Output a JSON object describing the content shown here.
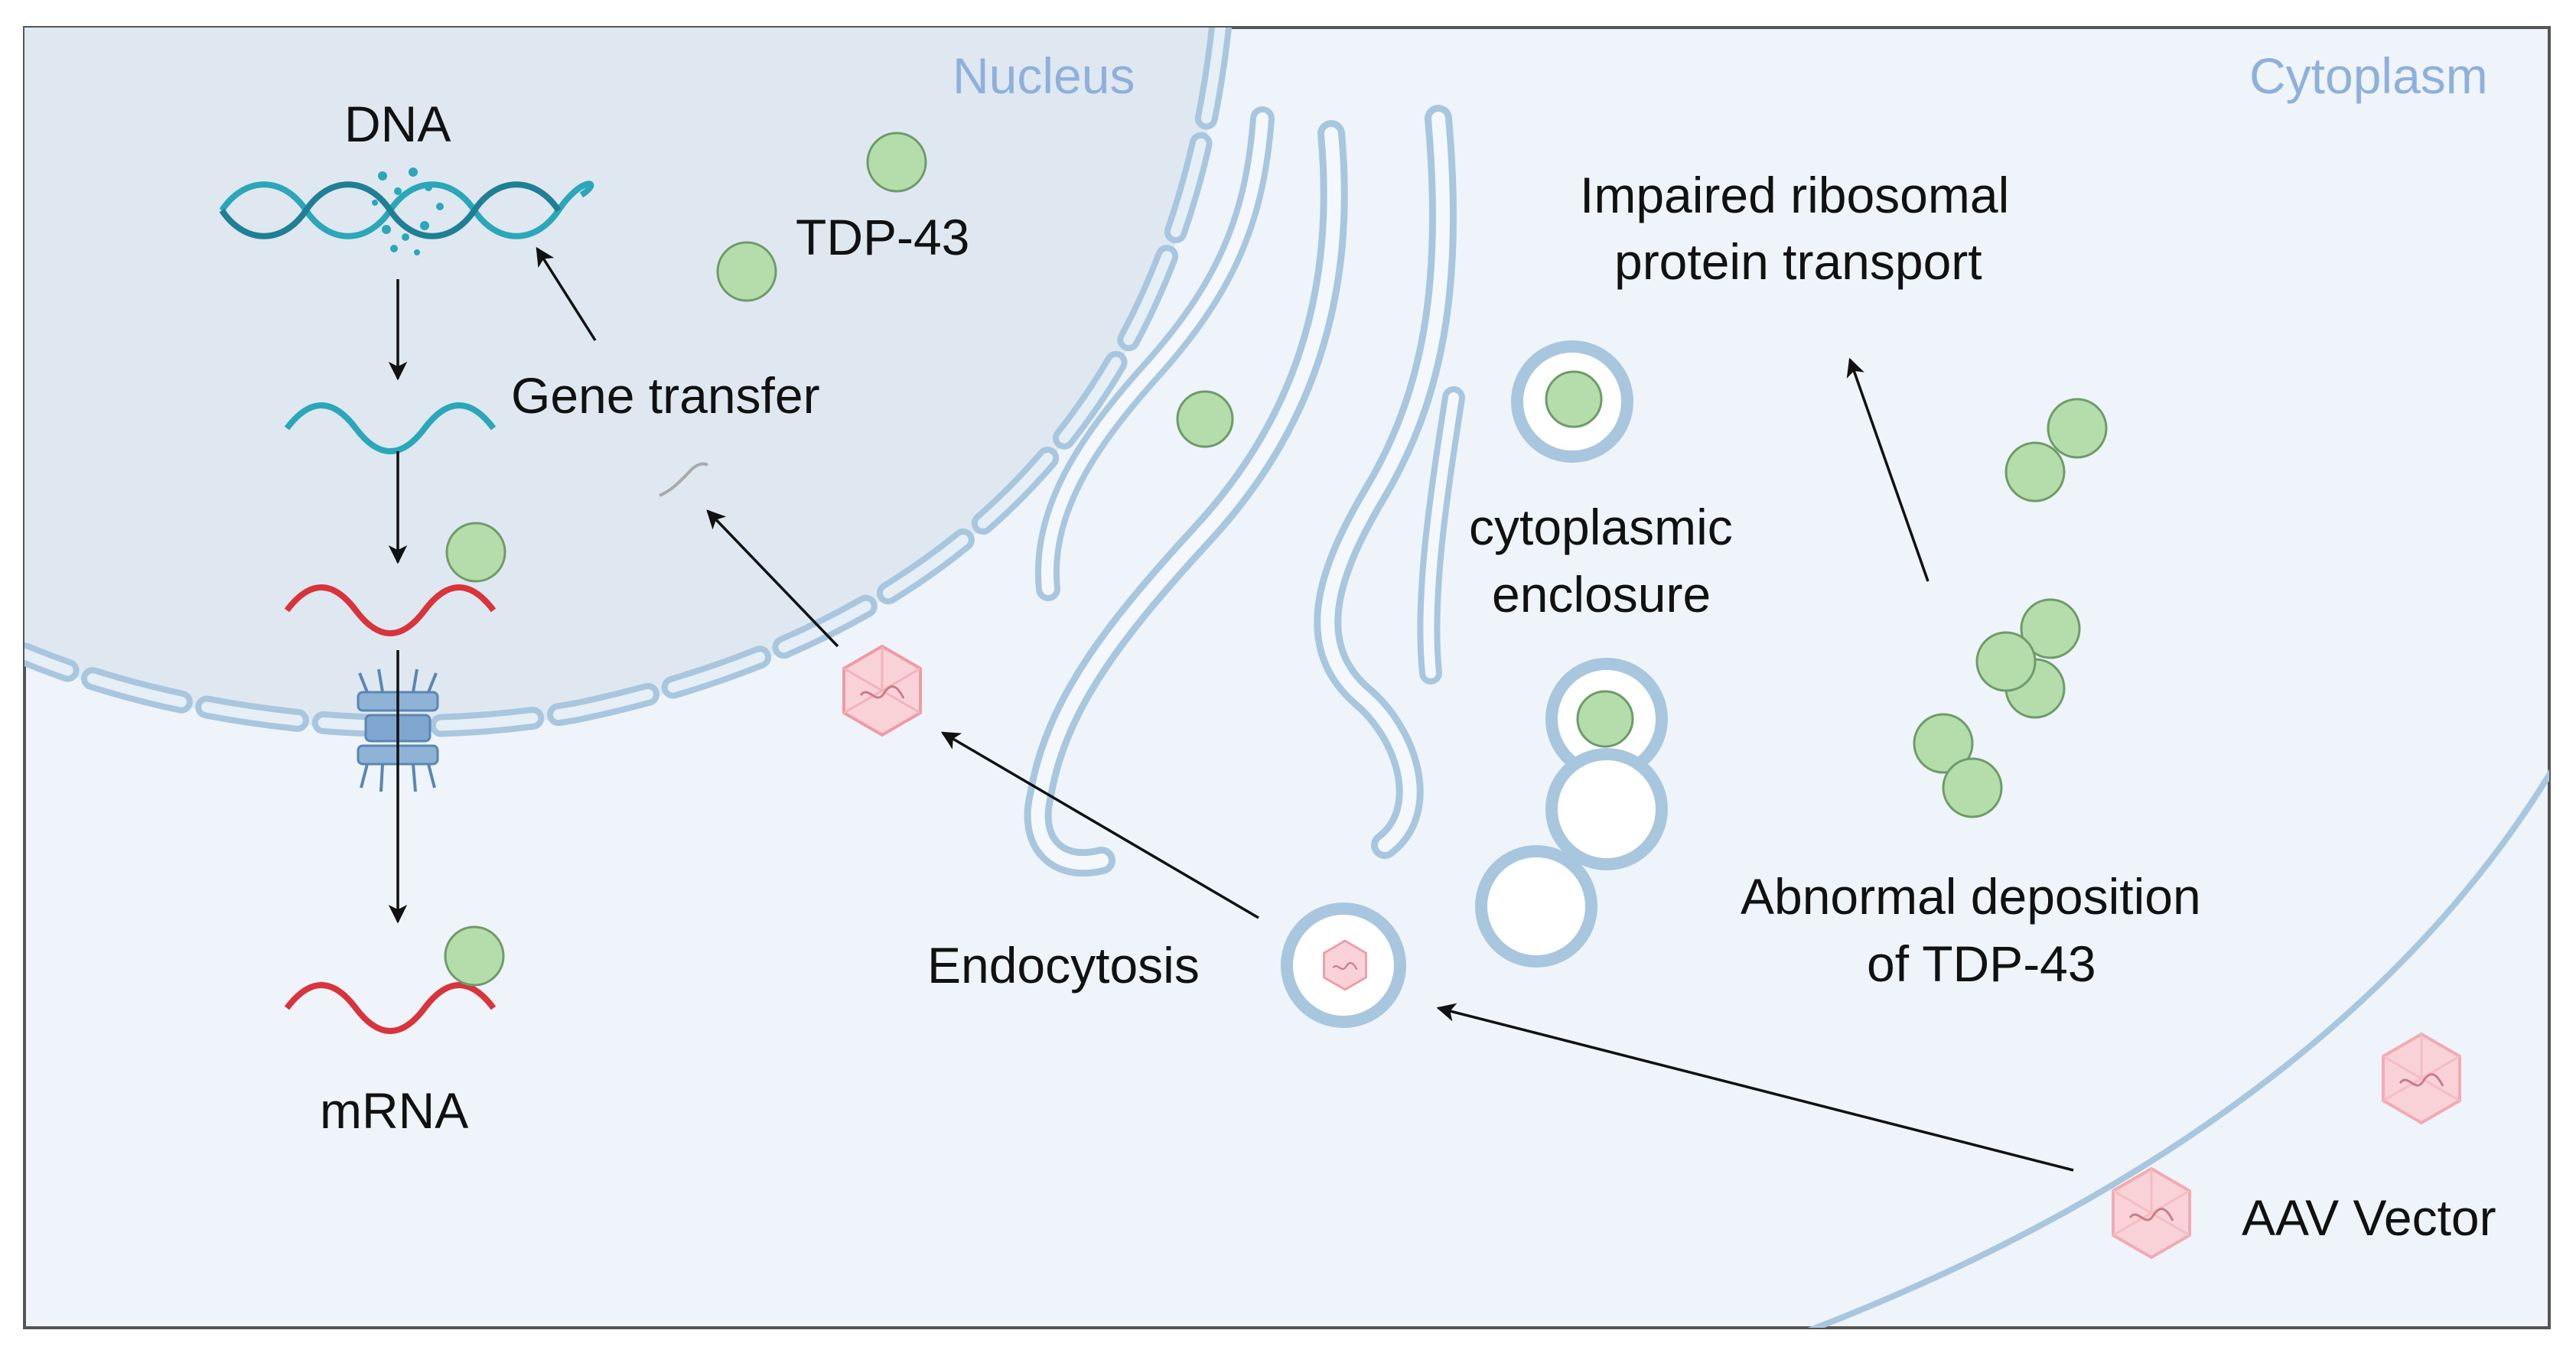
{
  "regions": {
    "nucleus": "Nucleus",
    "cytoplasm": "Cytoplasm"
  },
  "labels": {
    "dna": "DNA",
    "tdp43": "TDP-43",
    "gene_transfer": "Gene transfer",
    "mrna": "mRNA",
    "endocytosis": "Endocytosis",
    "cytoplasmic_enclosure_line1": "cytoplasmic",
    "cytoplasmic_enclosure_line2": "enclosure",
    "impaired_line1": "Impaired ribosomal",
    "impaired_line2": "protein transport",
    "abnormal_line1": "Abnormal deposition",
    "abnormal_line2": "of TDP-43",
    "aav_vector": "AAV Vector"
  },
  "colors": {
    "nucleus_fill": "#dfe8f1",
    "cytoplasm_fill": "#eef4f9",
    "membrane": "#a9c6df",
    "tdp43": "#b5ddab",
    "dna": "#2aa7b8",
    "mrna": "#d9343b",
    "aav": "#f7c3c9",
    "region_label": "#8fb0dc"
  }
}
